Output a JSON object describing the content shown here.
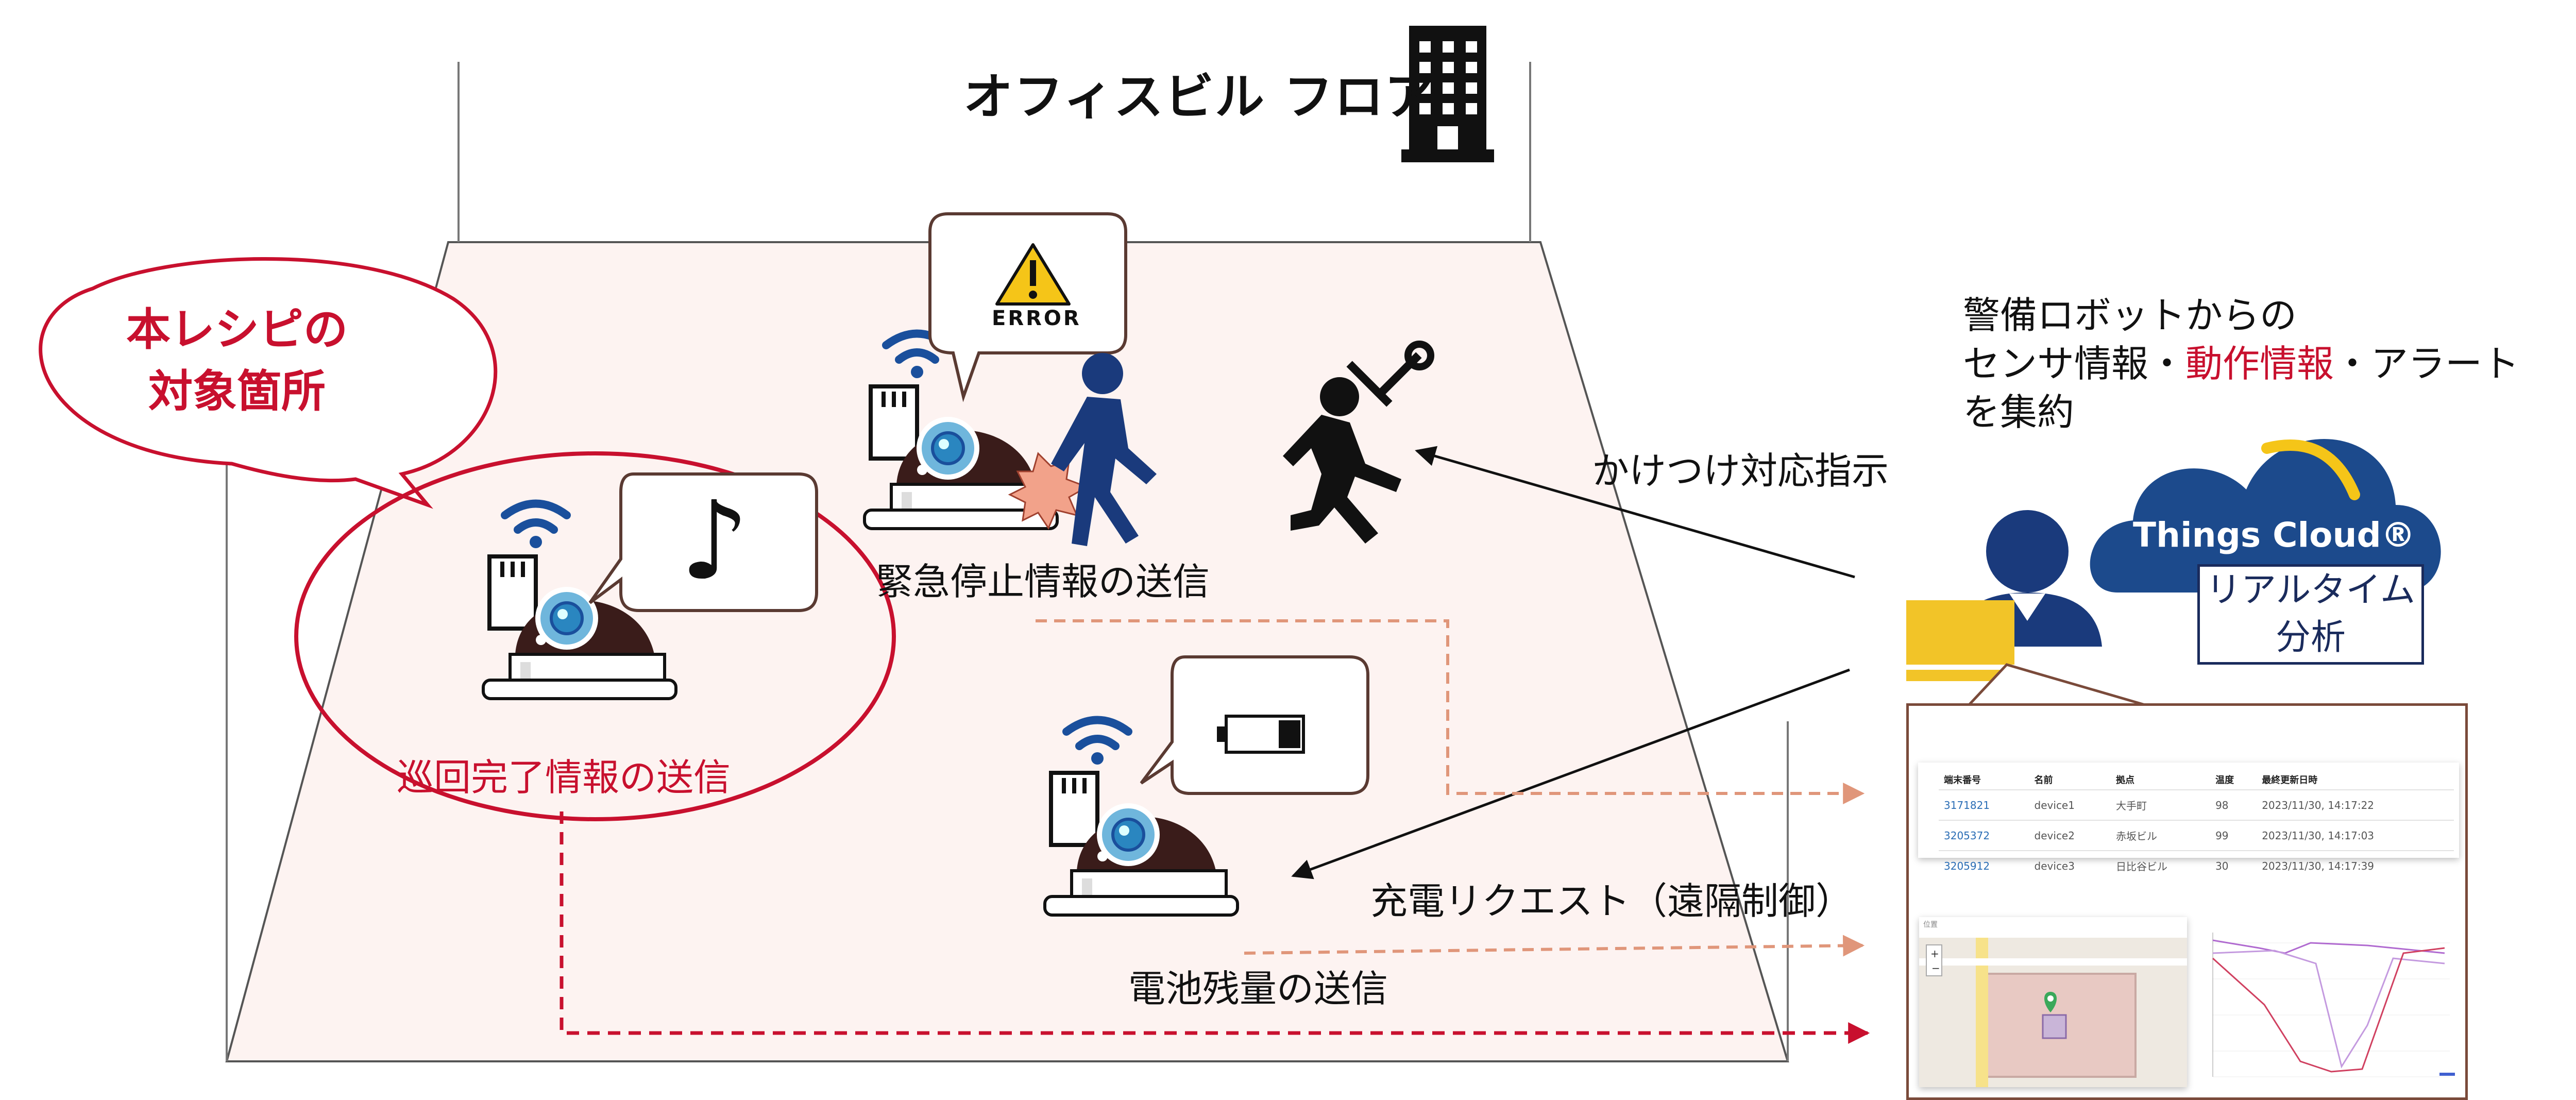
{
  "floor_title": "オフィスビル フロア",
  "recipe_badge": {
    "line1": "本レシピの",
    "line2": "対象箇所"
  },
  "robots": {
    "patrol": {
      "caption": "巡回完了情報の送信",
      "bubble_symbol": "♪"
    },
    "emergency": {
      "caption": "緊急停止情報の送信",
      "bubble_text": "ERROR"
    },
    "battery": {
      "caption": "電池残量の送信"
    }
  },
  "labels": {
    "dispatch": "かけつけ対応指示",
    "charge": "充電リクエスト（遠隔制御）",
    "aggregate": {
      "line1": "警備ロボットからの",
      "line2_a": "センサ情報・",
      "line2_b": "動作情報",
      "line2_c": "・アラート",
      "line3": "を集約"
    }
  },
  "cloud": {
    "name": "Things Cloud®"
  },
  "analysis": {
    "line1": "リアルタイム",
    "line2": "分析"
  },
  "device_table": {
    "headers": [
      "端末番号",
      "名前",
      "拠点",
      "温度",
      "最終更新日時"
    ],
    "rows": [
      [
        "3171821",
        "device1",
        "大手町",
        "98",
        "2023/11/30, 14:17:22"
      ],
      [
        "3205372",
        "device2",
        "赤坂ビル",
        "99",
        "2023/11/30, 14:17:03"
      ],
      [
        "3205912",
        "device3",
        "日比谷ビル",
        "30",
        "2023/11/30, 14:17:39"
      ]
    ]
  },
  "map_card": {
    "title": "位置"
  },
  "colors": {
    "accent_red": "#c8102e",
    "navy": "#1a2b5c",
    "cloud_blue": "#1c4a8c",
    "arrow_orange": "#e0967a",
    "floor_fill": "#fdf3f1",
    "laptop_yellow": "#f2c428",
    "sun_yellow": "#f5c518"
  }
}
